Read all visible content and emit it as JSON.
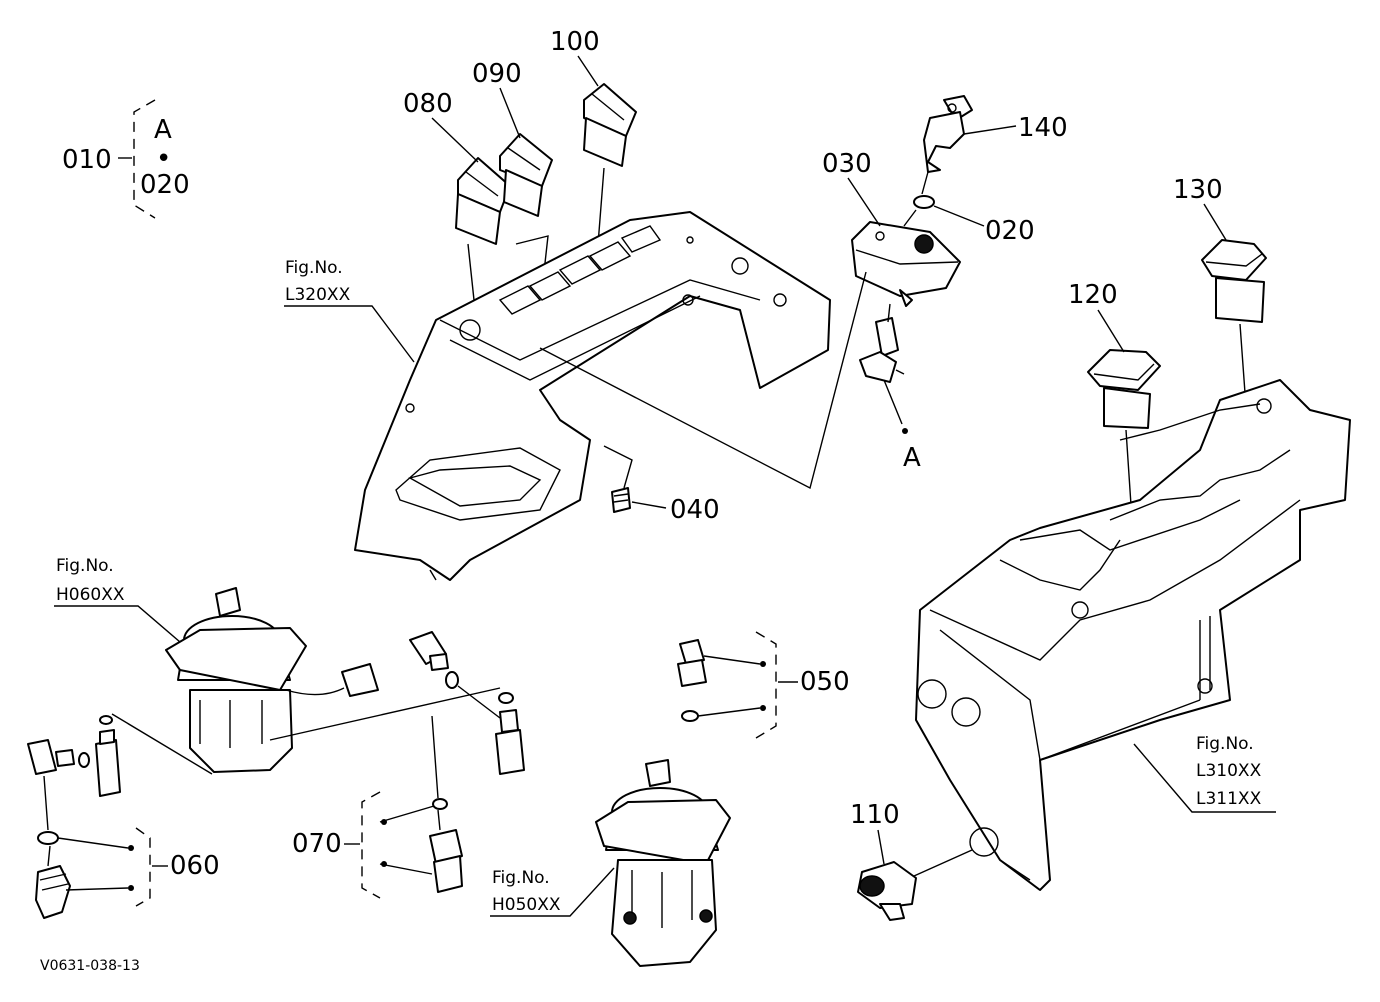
{
  "diagram_code": "V0631-038-13",
  "callouts": {
    "c010": "010",
    "c020_top": "020",
    "c020": "020",
    "c030": "030",
    "c040": "040",
    "c050": "050",
    "c060": "060",
    "c070": "070",
    "c080": "080",
    "c090": "090",
    "c100": "100",
    "c110": "110",
    "c120": "120",
    "c130": "130",
    "c140": "140"
  },
  "group_010": {
    "letter": "A",
    "dot": "•"
  },
  "ref_point": {
    "letter": "A"
  },
  "figure_refs": {
    "fig_label": "Fig.No.",
    "l320": "L320XX",
    "h060": "H060XX",
    "h050": "H050XX",
    "l310": "L310XX",
    "l311": "L311XX"
  }
}
